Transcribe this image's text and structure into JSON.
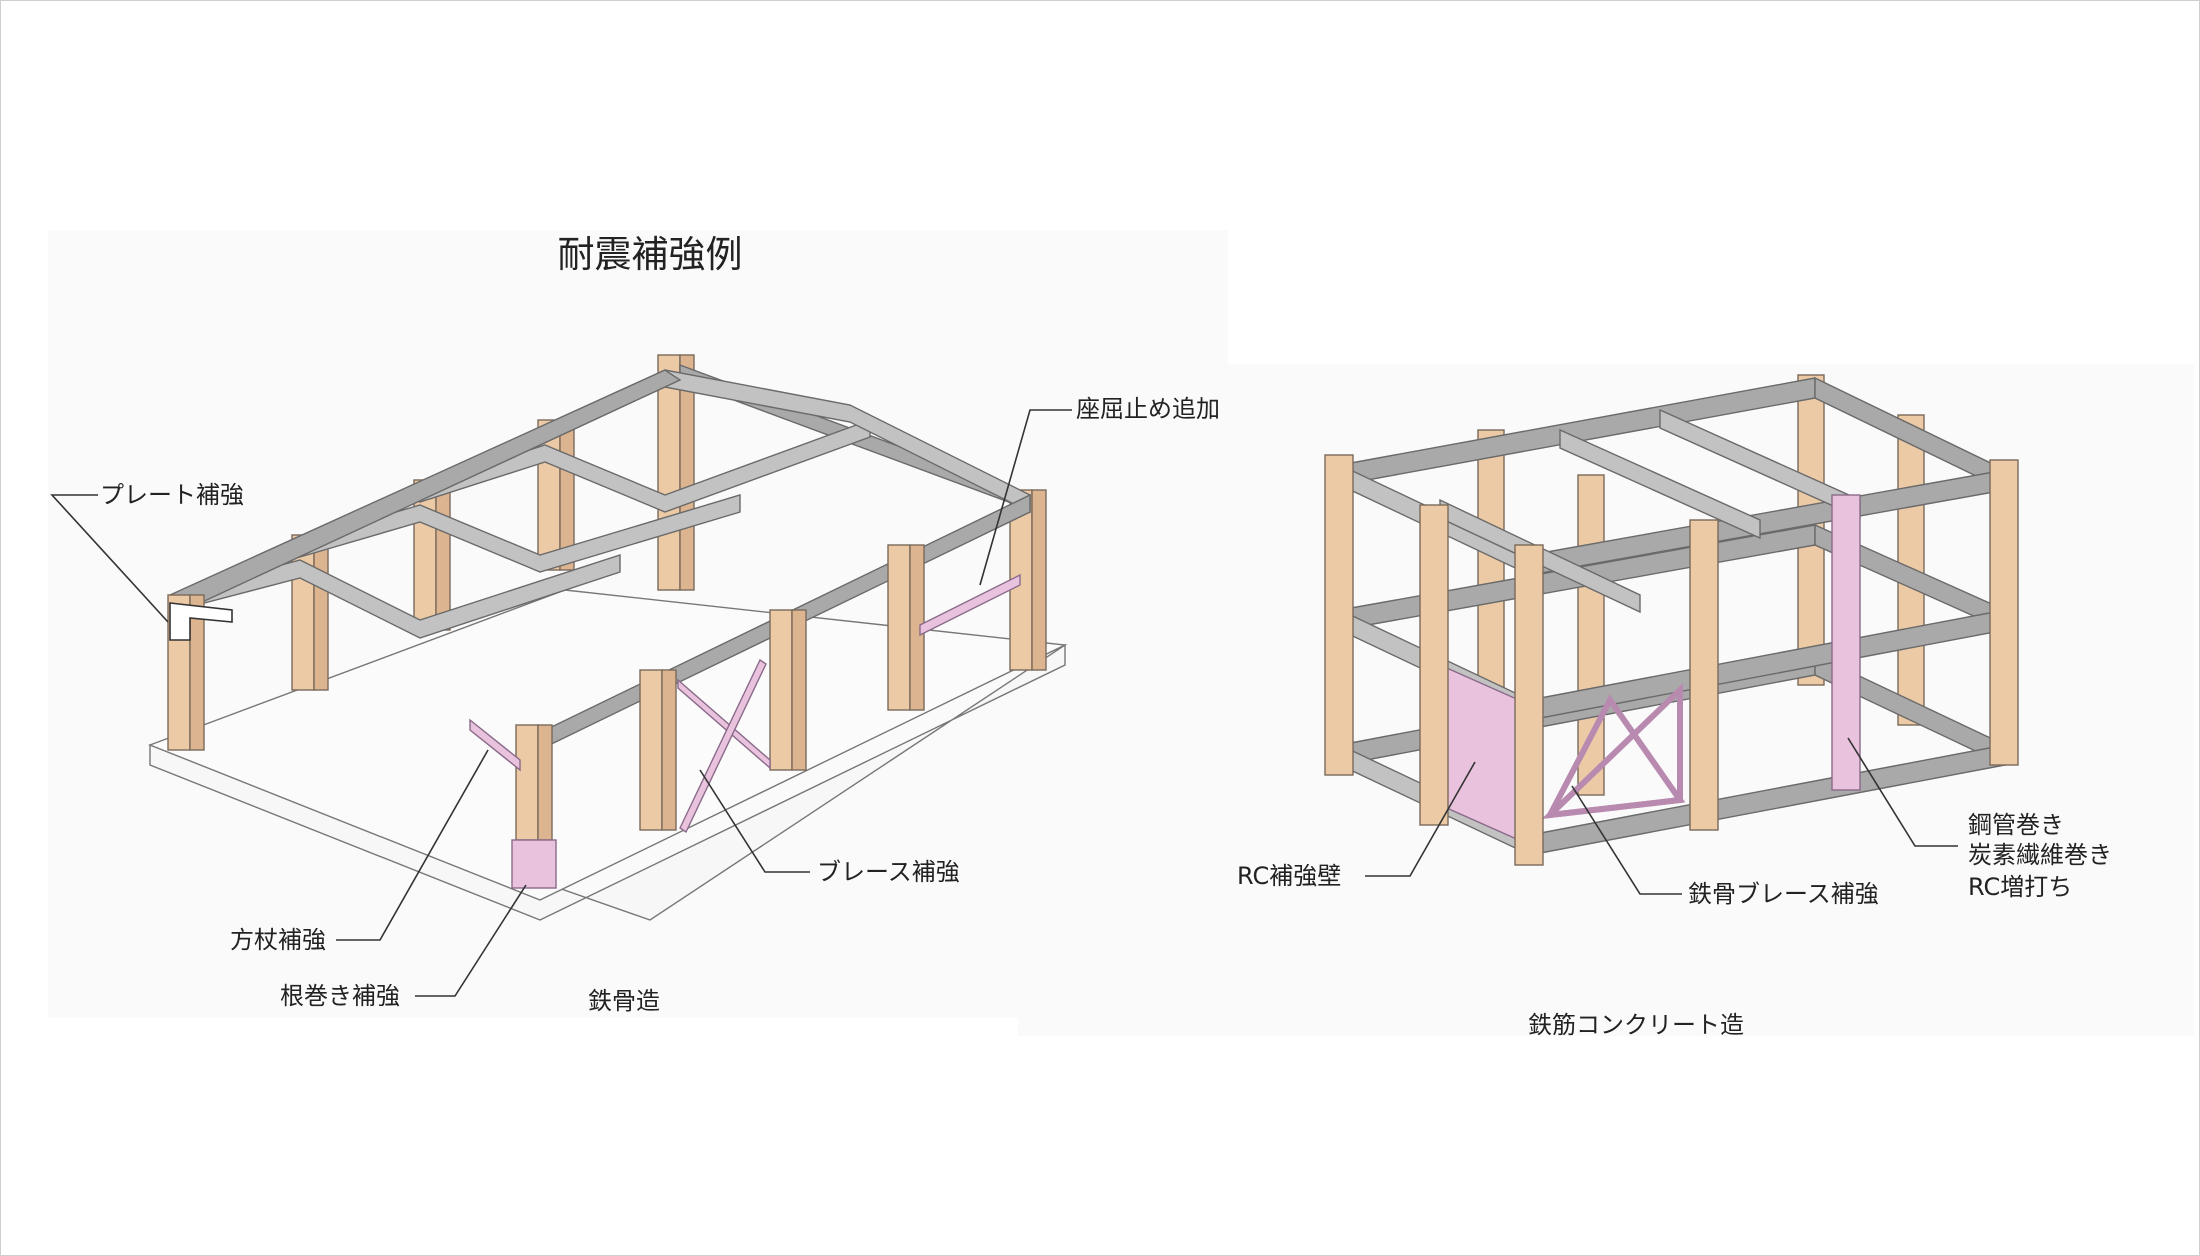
{
  "title": "耐震補強例",
  "steel": {
    "caption": "鉄骨造",
    "labels": {
      "plate": "プレート補強",
      "buckling": "座屈止め追加",
      "brace": "ブレース補強",
      "knee": "方杖補強",
      "base": "根巻き補強"
    }
  },
  "rc": {
    "caption": "鉄筋コンクリート造",
    "labels": {
      "wall": "RC補強壁",
      "steel_brace": "鉄骨ブレース補強",
      "column_wrap": [
        "鋼管巻き",
        "炭素繊維巻き",
        "RC増打ち"
      ]
    }
  },
  "colors": {
    "beam": "#a9a9a9",
    "column": "#eccaa6",
    "reinforcement": "#e9c3dd"
  }
}
